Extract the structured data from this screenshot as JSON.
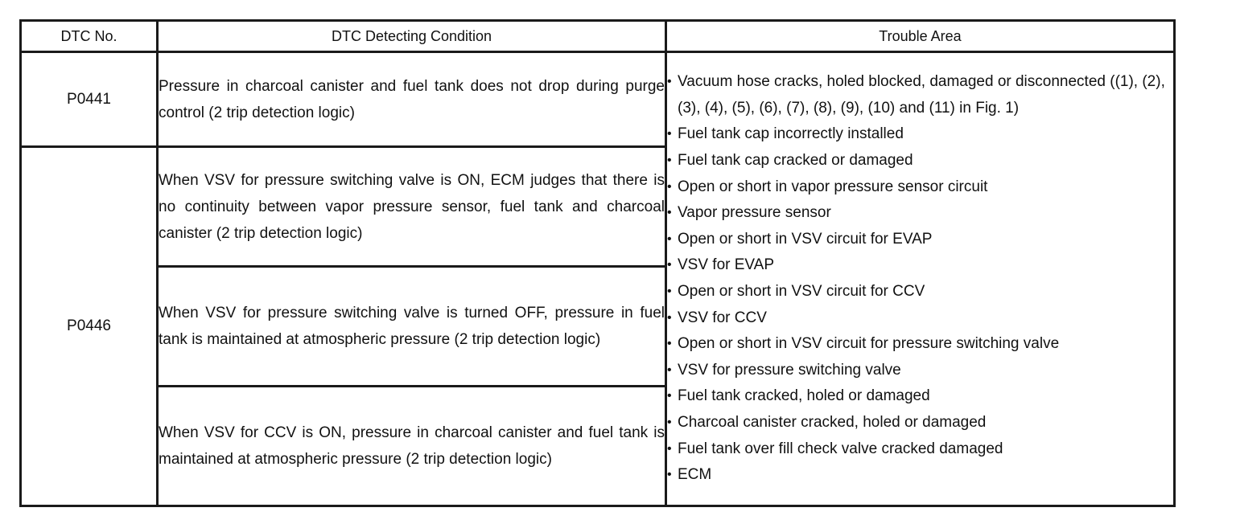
{
  "table": {
    "headers": [
      "DTC No.",
      "DTC Detecting Condition",
      "Trouble Area"
    ],
    "codes": [
      "P0441",
      "P0446"
    ],
    "conditions": [
      "Pressure in charcoal canister and fuel tank does not drop during purge control (2 trip detection logic)",
      "When VSV for pressure switching valve is ON, ECM judges that there is no continuity between vapor pressure sensor, fuel tank and charcoal canister (2 trip detection logic)",
      "When VSV for pressure switching valve is turned OFF, pressure in fuel tank is maintained at atmospheric pressure (2 trip detection logic)",
      "When VSV for CCV is ON, pressure in charcoal canister and fuel tank is maintained at atmospheric pressure (2 trip detection logic)"
    ],
    "bullet": "•",
    "trouble_areas": [
      "Vacuum hose cracks, holed blocked, damaged or disconnected ((1), (2), (3), (4), (5), (6), (7), (8), (9), (10) and (11) in Fig. 1)",
      "Fuel tank cap incorrectly installed",
      "Fuel tank cap cracked or damaged",
      "Open or short in vapor pressure sensor circuit",
      "Vapor pressure sensor",
      "Open or short in VSV circuit for EVAP",
      "VSV for EVAP",
      "Open or short in VSV circuit for CCV",
      "VSV for CCV",
      "Open or short in VSV circuit for pressure switching valve",
      "VSV for pressure switching valve",
      "Fuel tank cracked, holed or damaged",
      "Charcoal canister cracked, holed or damaged",
      "Fuel tank over fill check valve cracked damaged",
      "ECM"
    ]
  }
}
